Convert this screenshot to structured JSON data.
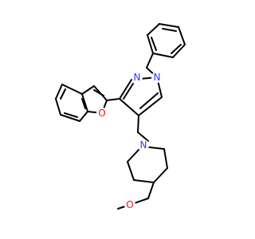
{
  "diagram": {
    "type": "chemical-structure",
    "atom_labels": {
      "n_pyrazole_2": "N",
      "n_pyrazole_1": "N",
      "o_furan": "O",
      "n_piperidine": "N",
      "o_ether": "O"
    },
    "colors": {
      "bond": "#000000",
      "nitrogen": "#3333ff",
      "oxygen": "#ff0d0d",
      "background": "#ffffff"
    }
  }
}
